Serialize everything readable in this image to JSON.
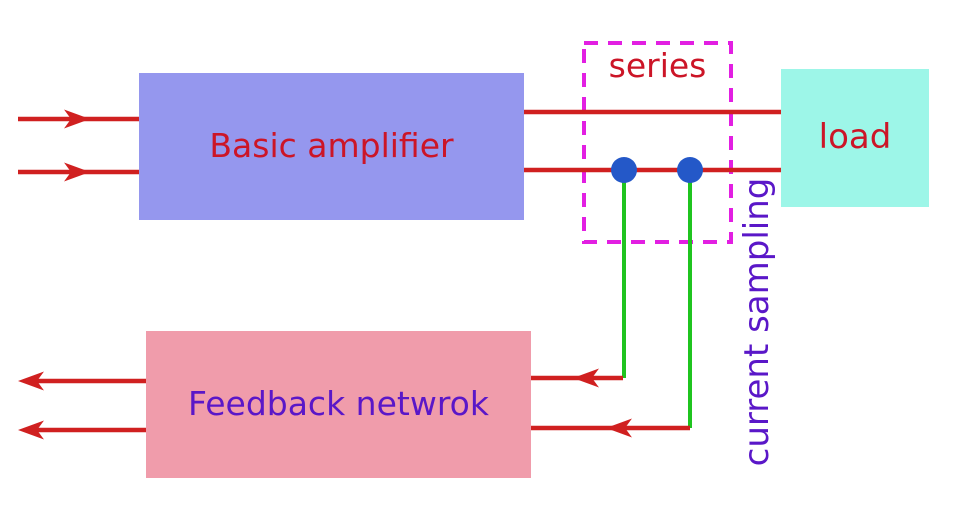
{
  "diagram": {
    "background": "#ffffff",
    "blocks": {
      "basic_amplifier": {
        "label": "Basic amplifier",
        "fill": "#9597ee",
        "text_color": "#cc1527"
      },
      "load": {
        "label": "load",
        "fill": "#9df6e8",
        "text_color": "#cc1527"
      },
      "feedback_network": {
        "label": "Feedback netwrok",
        "fill": "#f09cab",
        "text_color": "#5a17c8"
      }
    },
    "annotations": {
      "series_label": "series",
      "current_sampling_label": "current sampling"
    },
    "colors": {
      "signal_line": "#d02020",
      "arrowhead": "#d02020",
      "sampling_line": "#1fc41f",
      "node_dot": "#2458c8",
      "dashed_box": "#e21fe2",
      "series_text": "#cc1527",
      "current_sampling_text": "#5a17c8"
    }
  }
}
